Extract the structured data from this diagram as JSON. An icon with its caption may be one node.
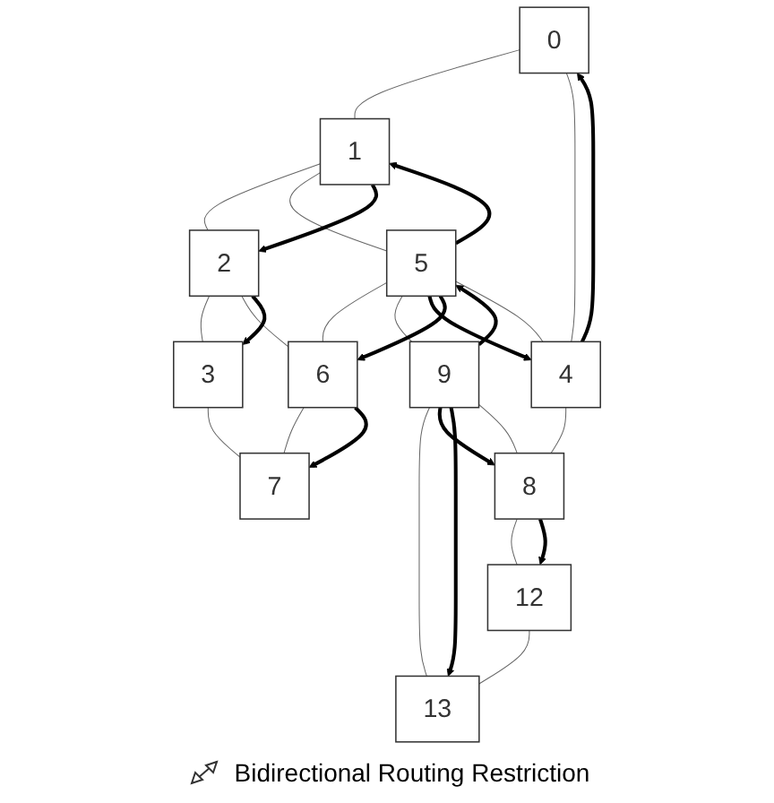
{
  "diagram": {
    "nodes": [
      {
        "text": [
          "0"
        ]
      },
      {
        "text": [
          "1"
        ]
      },
      {
        "text": [
          "2"
        ]
      },
      {
        "text": [
          "3"
        ]
      },
      {
        "text": [
          "4"
        ]
      },
      {
        "text": [
          "5"
        ]
      },
      {
        "text": [
          "6"
        ]
      },
      {
        "text": [
          "7"
        ]
      },
      {
        "text": [
          "8"
        ]
      },
      {
        "text": [
          "9"
        ]
      },
      {
        "text": [
          "12"
        ]
      },
      {
        "text": [
          "13"
        ]
      }
    ],
    "edges": [
      {
        "from": 0,
        "to": 1,
        "arrow": "none"
      },
      {
        "from": 1,
        "to": 2,
        "arrow": "none"
      },
      {
        "from": 2,
        "to": 3,
        "arrow": "none"
      },
      {
        "from": 0,
        "to": 4,
        "arrow": "none"
      },
      {
        "from": 1,
        "to": 5,
        "arrow": "none"
      },
      {
        "from": 2,
        "to": 6,
        "arrow": "none"
      },
      {
        "from": 3,
        "to": 7,
        "arrow": "none"
      },
      {
        "from": 4,
        "to": 5,
        "arrow": "none"
      },
      {
        "from": 5,
        "to": 6,
        "arrow": "none"
      },
      {
        "from": 6,
        "to": 7,
        "arrow": "none"
      },
      {
        "from": 4,
        "to": 8,
        "arrow": "none"
      },
      {
        "from": 5,
        "to": 9,
        "arrow": "none"
      },
      {
        "from": 8,
        "to": 9,
        "arrow": "none"
      },
      {
        "from": 8,
        "to": 10,
        "arrow": "none"
      },
      {
        "from": 9,
        "to": 11,
        "arrow": "none"
      },
      {
        "from": 10,
        "to": 11,
        "arrow": "none"
      },
      {
        "from": 4,
        "to": 0,
        "arrow": "to",
        "style": "thick",
        "color": "#000000"
      },
      {
        "from": 5,
        "to": 1,
        "arrow": "to",
        "style": "thick",
        "color": "#000000"
      },
      {
        "from": 1,
        "to": 2,
        "arrow": "to",
        "style": "thick",
        "color": "#000000"
      },
      {
        "from": 2,
        "to": 3,
        "arrow": "to",
        "style": "thick",
        "color": "#000000"
      },
      {
        "from": 5,
        "to": 4,
        "arrow": "to",
        "style": "thick",
        "color": "#000000"
      },
      {
        "from": 5,
        "to": 6,
        "arrow": "to",
        "style": "thick",
        "color": "#000000"
      },
      {
        "from": 6,
        "to": 7,
        "arrow": "to",
        "style": "thick",
        "color": "#000000"
      },
      {
        "from": 9,
        "to": 5,
        "arrow": "to",
        "style": "thick",
        "color": "#000000"
      },
      {
        "from": 9,
        "to": 8,
        "arrow": "to",
        "style": "thick",
        "color": "#000000"
      },
      {
        "from": 8,
        "to": 10,
        "arrow": "to",
        "style": "thick",
        "color": "#000000"
      },
      {
        "from": 9,
        "to": 11,
        "arrow": "to",
        "style": "thick",
        "color": "#000000"
      }
    ],
    "legend": [
      {
        "text": "Bidirectional Routing Restriction"
      }
    ]
  }
}
